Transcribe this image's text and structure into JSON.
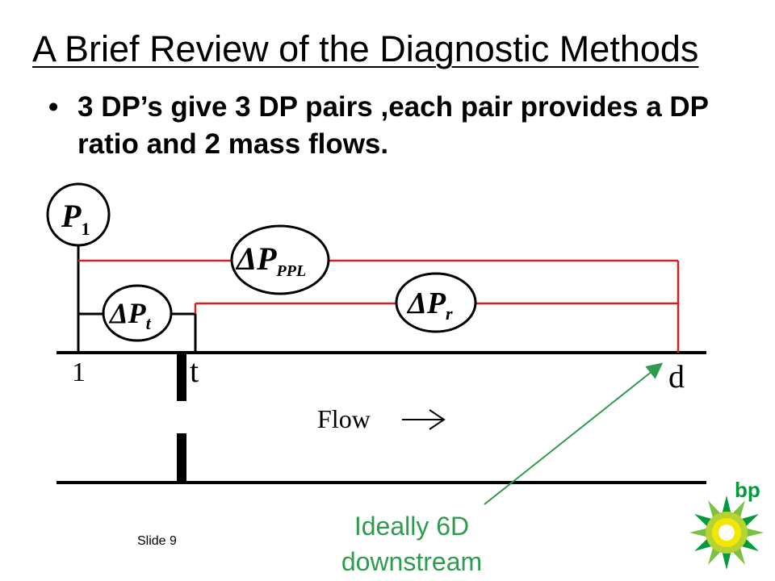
{
  "slide": {
    "title": "A Brief Review of the Diagnostic Methods",
    "bullet": "3 DP’s give 3 DP pairs ,each pair provides a DP ratio and 2 mass flows.",
    "slide_number": "Slide 9"
  },
  "diagram": {
    "nodes": {
      "p1": {
        "main": "P",
        "sub": "1"
      },
      "dp_ppl": {
        "main": "ΔP",
        "sub": "PPL"
      },
      "dp_t": {
        "main": "ΔP",
        "sub": "t"
      },
      "dp_r": {
        "main": "ΔP",
        "sub": "r"
      }
    },
    "taps": {
      "upstream": "1",
      "throat": "t",
      "downstream": "d"
    },
    "flow_label": "Flow",
    "callout": [
      "Ideally 6D",
      "downstream"
    ]
  },
  "logo": {
    "text": "bp"
  },
  "colors": {
    "dp_lines": "#d42020",
    "callout": "#2e9b4e",
    "logo_green": "#009b3a",
    "logo_yellow": "#f3e600"
  }
}
